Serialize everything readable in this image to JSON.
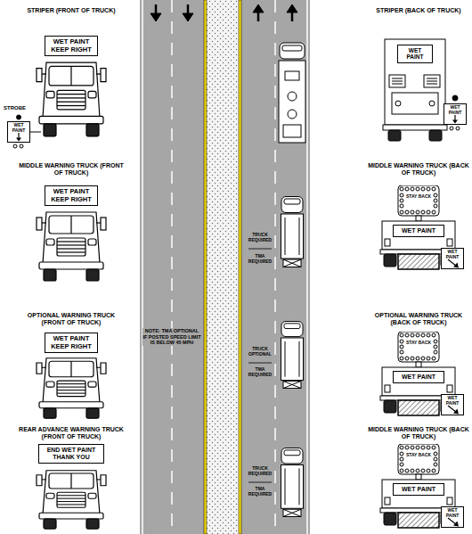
{
  "diagram": {
    "nodes": [
      {
        "text": [
          "WET PAINT KEEP RIGHT"
        ]
      },
      {
        "text": [
          "WET PAINT"
        ]
      },
      {
        "text": [
          "WET PAINT"
        ]
      },
      {
        "text": [
          "WET PAINT"
        ]
      },
      {
        "text": [
          "WET PAINT KEEP RIGHT"
        ]
      },
      {
        "text": [
          "STAY BACK"
        ]
      },
      {
        "text": [
          "WET PAINT"
        ]
      },
      {
        "text": [
          "WET PAINT"
        ]
      },
      {
        "text": [
          "WET PAINT KEEP RIGHT"
        ]
      },
      {
        "text": [
          "STAY BACK"
        ]
      },
      {
        "text": [
          "WET PAINT"
        ]
      },
      {
        "text": [
          "WET PAINT"
        ]
      },
      {
        "text": [
          "END WET PAINT THANK YOU"
        ]
      },
      {
        "text": [
          "STAY BACK"
        ]
      },
      {
        "text": [
          "WET PAINT"
        ]
      },
      {
        "text": [
          "WET PAINT"
        ]
      }
    ],
    "labels": [
      "STRIPER (FRONT OF TRUCK)",
      "STRIPER (BACK OF TRUCK)",
      "STROBE",
      "MIDDLE WARNING TRUCK (FRONT OF TRUCK)",
      "MIDDLE WARNING TRUCK (BACK OF TRUCK)",
      "TRUCK REQUIRED",
      "TMA REQUIRED",
      "NOTE: TMA OPTIONAL IF POSTED SPEED LIMIT IS BELOW 45 MPH",
      "OPTIONAL WARNING TRUCK (FRONT OF TRUCK)",
      "OPTIONAL WARNING TRUCK (BACK OF TRUCK)",
      "TRUCK OPTIONAL",
      "TMA REQUIRED",
      "REAR ADVANCE WARNING TRUCK (FRONT OF TRUCK)",
      "MIDDLE WARNING TRUCK (BACK OF TRUCK)",
      "TRUCK REQUIRED",
      "TMA REQUIRED"
    ]
  }
}
